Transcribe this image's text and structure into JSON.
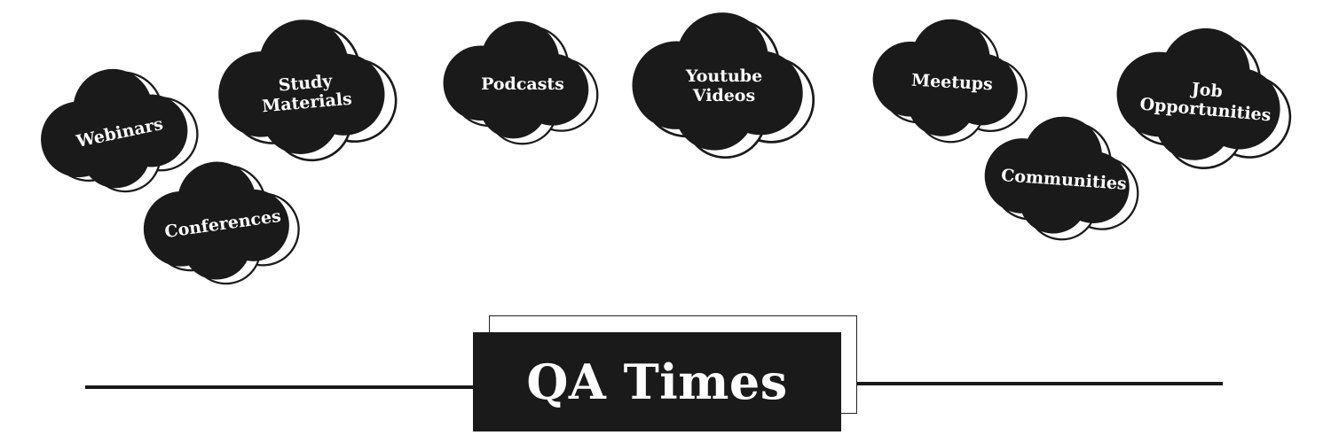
{
  "clouds": {
    "webinars": "Webinars",
    "study_materials": "Study\nMaterials",
    "conferences": "Conferences",
    "podcasts": "Podcasts",
    "youtube_videos": "Youtube\nVideos",
    "meetups": "Meetups",
    "communities": "Communities",
    "job_opportunities": "Job\nOpportunities"
  },
  "banner": {
    "title": "QA Times"
  },
  "colors": {
    "cloud_fill": "#1a1a1a",
    "outline": "#1a1a1a",
    "text": "#ffffff",
    "background": "#ffffff"
  }
}
